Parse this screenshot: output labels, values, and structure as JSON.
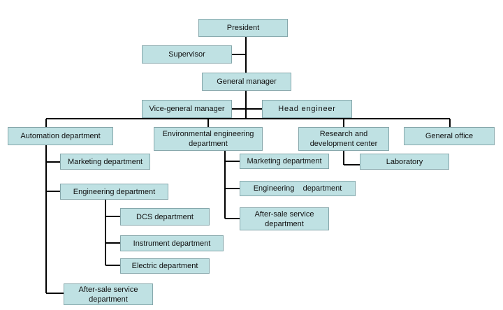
{
  "org_chart": {
    "president": "President",
    "supervisor": "Supervisor",
    "general_manager": "General manager",
    "vice_general_manager": "Vice-general manager",
    "head_engineer": "Head engineer",
    "automation": {
      "name": "Automation department",
      "marketing": "Marketing department",
      "engineering": "Engineering department",
      "dcs": "DCS department",
      "instrument": "Instrument department",
      "electric": "Electric department",
      "after_sale": "After-sale service\ndepartment"
    },
    "environmental": {
      "name": "Environmental engineering\ndepartment",
      "marketing": "Marketing department",
      "engineering": "Engineering    department",
      "after_sale": "After-sale service\ndepartment"
    },
    "research": {
      "name": "Research and\ndevelopment center",
      "laboratory": "Laboratory"
    },
    "general_office": "General office"
  }
}
